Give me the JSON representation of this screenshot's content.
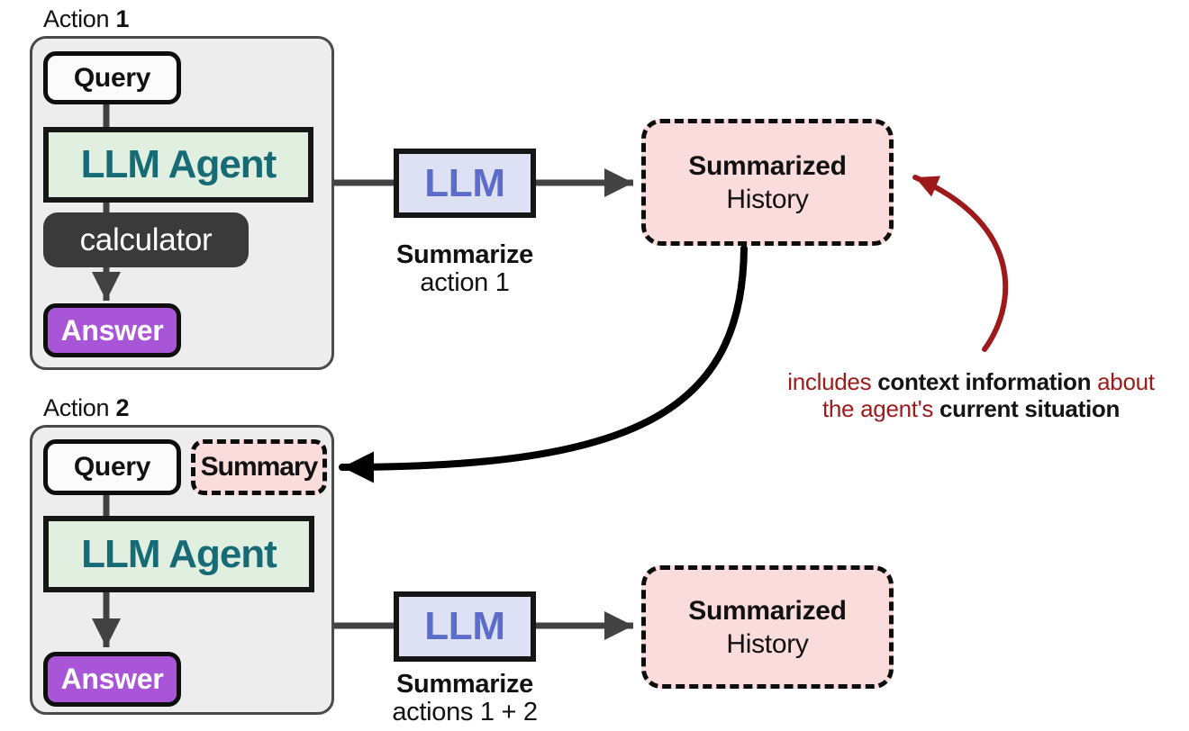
{
  "figure": {
    "action1": {
      "label_prefix": "Action ",
      "label_number": "1",
      "query": "Query",
      "agent": "LLM Agent",
      "tool": "calculator",
      "answer": "Answer"
    },
    "action2": {
      "label_prefix": "Action ",
      "label_number": "2",
      "query": "Query",
      "summary": "Summary",
      "agent": "LLM Agent",
      "answer": "Answer"
    },
    "summarize1": {
      "llm": "LLM",
      "caption_bold": "Summarize",
      "caption_rest": "action 1"
    },
    "summarize2": {
      "llm": "LLM",
      "caption_bold": "Summarize",
      "caption_rest": "actions 1 + 2"
    },
    "history1": {
      "line1": "Summarized",
      "line2": "History"
    },
    "history2": {
      "line1": "Summarized",
      "line2": "History"
    },
    "annotation": {
      "line1_parts": [
        "includes ",
        "context information",
        " about"
      ],
      "line2_parts": [
        "the agent's ",
        "current situation"
      ]
    },
    "colors": {
      "agent_fill": "#e0efe0",
      "agent_text": "#176b76",
      "llm_fill": "#dee1f4",
      "llm_text": "#5b6cca",
      "pink_fill": "#fbdcdc",
      "tool_fill": "#3a3a3a",
      "answer_fill": "#a855d8",
      "panel_fill": "#ededed",
      "arrow_gray": "#424242",
      "arrow_black": "#000000",
      "annotation_red": "#9e1a1a"
    }
  }
}
